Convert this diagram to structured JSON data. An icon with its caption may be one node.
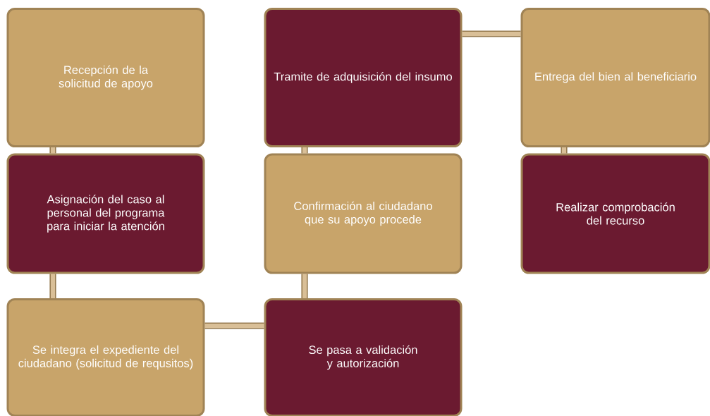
{
  "diagram": {
    "nodes": [
      {
        "text": [
          "Recepción de la solicitud de apoyo"
        ]
      },
      {
        "text": [
          "Asignación del caso al personal del programa para iniciar la atención"
        ]
      },
      {
        "text": [
          "Se integra el expediente del ciudadano (solicitud de requsitos)"
        ]
      },
      {
        "text": [
          "Se pasa a validación y autorización"
        ]
      },
      {
        "text": [
          "Confirmación al ciudadano que su apoyo procede"
        ]
      },
      {
        "text": [
          "Tramite de adquisición del insumo"
        ]
      },
      {
        "text": [
          "Entrega del bien al beneficiario"
        ]
      },
      {
        "text": [
          "Realizar comprobación del recurso"
        ]
      }
    ],
    "edges": [
      {
        "from": 0,
        "to": 1,
        "arrow": "none"
      },
      {
        "from": 1,
        "to": 2,
        "arrow": "none"
      },
      {
        "from": 2,
        "to": 3,
        "arrow": "none"
      },
      {
        "from": 3,
        "to": 4,
        "arrow": "none"
      },
      {
        "from": 4,
        "to": 5,
        "arrow": "none"
      },
      {
        "from": 5,
        "to": 6,
        "arrow": "none"
      },
      {
        "from": 6,
        "to": 7,
        "arrow": "none"
      }
    ]
  }
}
